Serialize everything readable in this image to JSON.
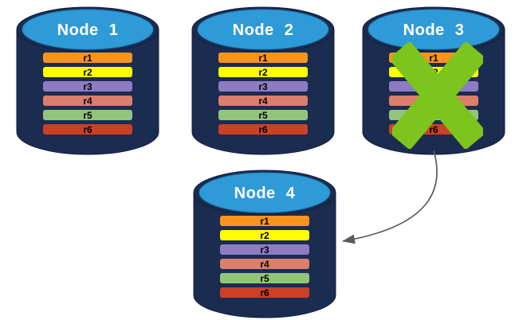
{
  "diagram": {
    "description": "Database replication diagram: four database nodes with replicated rows; failed node replicates to new node",
    "colors": {
      "cylinder_body": "#1b2c51",
      "cylinder_top": "#2e9bd8",
      "title_text": "#ffffff",
      "row_text": "#000000",
      "failure_x": "#7cc41e",
      "arrow": "#5b5b5b",
      "background": "#ffffff"
    },
    "nodes": [
      {
        "id": "node-1",
        "label": "Node 1",
        "status": "active",
        "rows": [
          {
            "label": "r1",
            "color": "#f7941d"
          },
          {
            "label": "r2",
            "color": "#ffff00"
          },
          {
            "label": "r3",
            "color": "#8e7cc3"
          },
          {
            "label": "r4",
            "color": "#dd7e6b"
          },
          {
            "label": "r5",
            "color": "#93c47d"
          },
          {
            "label": "r6",
            "color": "#cc4125"
          }
        ]
      },
      {
        "id": "node-2",
        "label": "Node 2",
        "status": "active",
        "rows": [
          {
            "label": "r1",
            "color": "#f7941d"
          },
          {
            "label": "r2",
            "color": "#ffff00"
          },
          {
            "label": "r3",
            "color": "#8e7cc3"
          },
          {
            "label": "r4",
            "color": "#dd7e6b"
          },
          {
            "label": "r5",
            "color": "#93c47d"
          },
          {
            "label": "r6",
            "color": "#cc4125"
          }
        ]
      },
      {
        "id": "node-3",
        "label": "Node 3",
        "status": "failed",
        "rows": [
          {
            "label": "r1",
            "color": "#f7941d"
          },
          {
            "label": "r2",
            "color": "#ffff00"
          },
          {
            "label": "r3",
            "color": "#8e7cc3"
          },
          {
            "label": "r4",
            "color": "#dd7e6b"
          },
          {
            "label": "r5",
            "color": "#93c47d"
          },
          {
            "label": "r6",
            "color": "#cc4125"
          }
        ]
      },
      {
        "id": "node-4",
        "label": "Node 4",
        "status": "active",
        "rows": [
          {
            "label": "r1",
            "color": "#f7941d"
          },
          {
            "label": "r2",
            "color": "#ffff00"
          },
          {
            "label": "r3",
            "color": "#8e7cc3"
          },
          {
            "label": "r4",
            "color": "#dd7e6b"
          },
          {
            "label": "r5",
            "color": "#93c47d"
          },
          {
            "label": "r6",
            "color": "#cc4125"
          }
        ]
      }
    ],
    "failure_marker": {
      "node": "node-3",
      "shape": "x-cross",
      "color": "#7cc41e"
    },
    "arrow": {
      "from": "node-3",
      "to": "node-4",
      "style": "curved",
      "color": "#5b5b5b"
    }
  }
}
